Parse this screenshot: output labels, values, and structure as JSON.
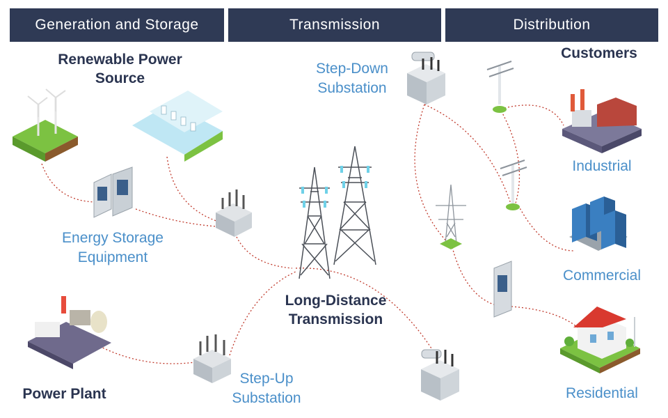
{
  "headers": {
    "generation": "Generation and Storage",
    "transmission": "Transmission",
    "distribution": "Distribution"
  },
  "labels": {
    "renewable_line1": "Renewable Power",
    "renewable_line2": "Source",
    "energy_storage_line1": "Energy Storage",
    "energy_storage_line2": "Equipment",
    "power_plant": "Power Plant",
    "step_up_line1": "Step-Up",
    "step_up_line2": "Substation",
    "long_distance_line1": "Long-Distance",
    "long_distance_line2": "Transmission",
    "step_down_line1": "Step-Down",
    "step_down_line2": "Substation",
    "customers": "Customers",
    "industrial": "Industrial",
    "commercial": "Commercial",
    "residential": "Residential"
  },
  "colors": {
    "header_bg": "#2f3a55",
    "dark_text": "#2a3450",
    "blue_text": "#4a8fc9",
    "connector": "#c0392b",
    "grass": "#7cc242",
    "metal": "#9aa3ab"
  }
}
